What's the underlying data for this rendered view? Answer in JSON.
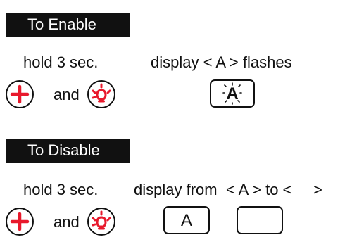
{
  "enable": {
    "title": "To Enable",
    "hold_text": "hold 3 sec.",
    "display_text": "display < A > flashes",
    "and_text": "and",
    "display_letter": "A"
  },
  "disable": {
    "title": "To Disable",
    "hold_text": "hold 3 sec.",
    "display_text": "display from  < A > to <     >",
    "and_text": "and",
    "display_letter": "A",
    "display_blank": ""
  },
  "colors": {
    "accent": "#e8192c",
    "header_bg": "#111111"
  },
  "icons": [
    "plus-icon",
    "light-bulb-icon"
  ]
}
